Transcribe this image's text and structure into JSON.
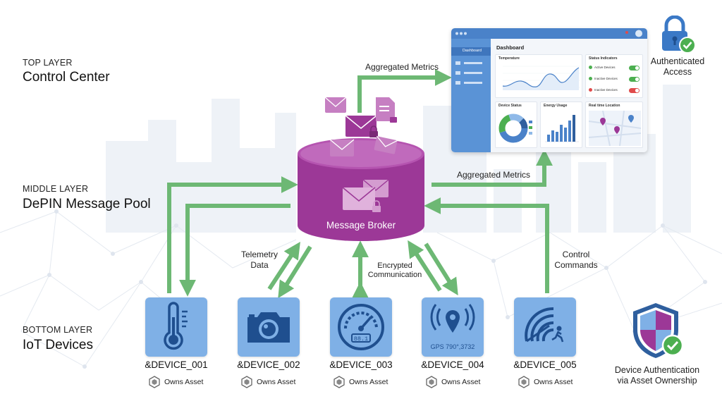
{
  "layers": {
    "top": {
      "tag": "TOP LAYER",
      "name": "Control Center"
    },
    "middle": {
      "tag": "MIDDLE LAYER",
      "name": "DePIN Message Pool"
    },
    "bottom": {
      "tag": "BOTTOM LAYER",
      "name": "IoT Devices"
    }
  },
  "broker": {
    "label": "Message Broker"
  },
  "edges": {
    "aggregated_top": "Aggregated Metrics",
    "aggregated_mid": "Aggregated Metrics",
    "telemetry": [
      "Telemetry",
      "Data"
    ],
    "encrypted": [
      "Encrypted",
      "Communication"
    ],
    "control": [
      "Control",
      "Commands"
    ]
  },
  "dashboard": {
    "title": "Dashboard",
    "nav_active": "Dashboard",
    "temperature": "Temperature",
    "status_title": "Status Indicators",
    "status": [
      "Active Devices",
      "Inactive Devices",
      "Inactive Devices"
    ],
    "device_status": "Device Status",
    "energy": "Energy Usage",
    "location": "Real time Location"
  },
  "auth": {
    "label": [
      "Authenticated",
      "Access"
    ]
  },
  "devices": [
    {
      "name": "&DEVICE_001",
      "owns": "Owns Asset",
      "icon": "thermometer-icon"
    },
    {
      "name": "&DEVICE_002",
      "owns": "Owns Asset",
      "icon": "camera-icon"
    },
    {
      "name": "&DEVICE_003",
      "owns": "Owns Asset",
      "icon": "meter-icon",
      "readout": "88.1"
    },
    {
      "name": "&DEVICE_004",
      "owns": "Owns Asset",
      "icon": "gps-icon",
      "readout": "GPS 790°,3732"
    },
    {
      "name": "&DEVICE_005",
      "owns": "Owns Asset",
      "icon": "motion-sensor-icon"
    }
  ],
  "shield": {
    "label": [
      "Device Authentication",
      "via Asset Ownership"
    ]
  },
  "colors": {
    "arrow": "#6db874",
    "broker": "#a03a9c",
    "device": "#7fb0e6",
    "dashboard": "#4a82c9"
  }
}
